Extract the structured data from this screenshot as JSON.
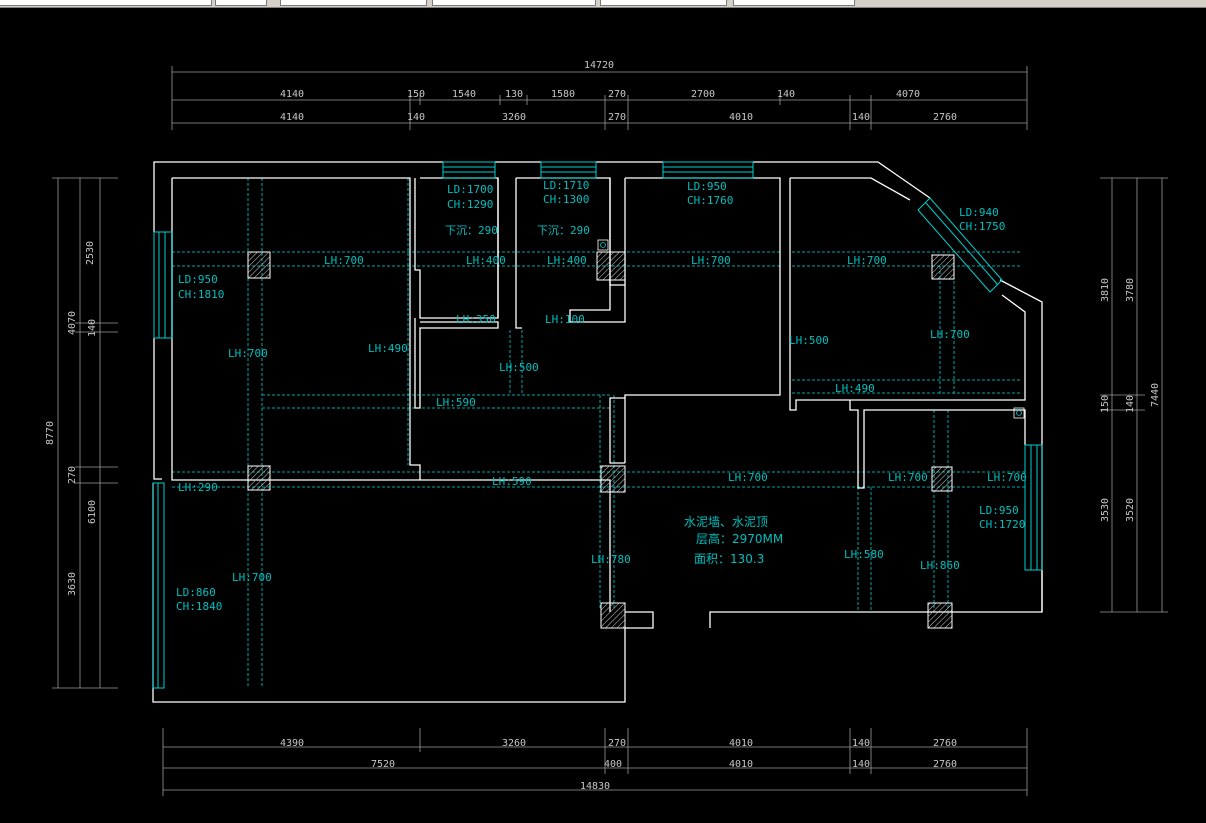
{
  "dims": {
    "top_total": "14720",
    "top_row1": [
      "4140",
      "150",
      "1540",
      "130",
      "1580",
      "270",
      "2700",
      "140",
      "4070"
    ],
    "top_row2": [
      "4140",
      "140",
      "3260",
      "270",
      "4010",
      "140",
      "2760"
    ],
    "bottom_row1": [
      "4390",
      "3260",
      "270",
      "4010",
      "140",
      "2760"
    ],
    "bottom_row2": [
      "7520",
      "400",
      "4010",
      "140",
      "2760"
    ],
    "bottom_total": "14830",
    "left": [
      "2530",
      "4070",
      "140",
      "8770",
      "270",
      "6100",
      "3630"
    ],
    "right": [
      "3810",
      "3780",
      "150",
      "140",
      "3530",
      "3520",
      "7440"
    ]
  },
  "openings": [
    "LD:1700",
    "CH:1290",
    "LD:1710",
    "CH:1300",
    "LD:950",
    "CH:1760",
    "LD:940",
    "CH:1750",
    "LD:950",
    "CH:1810",
    "LD:950",
    "CH:1720",
    "LD:860",
    "CH:1840"
  ],
  "sunken": [
    "下沉：290",
    "下沉：290"
  ],
  "beams": [
    "LH:700",
    "LH:400",
    "LH:400",
    "LH:700",
    "LH:700",
    "LH:350",
    "LH:100",
    "LH:700",
    "LH:490",
    "LH:500",
    "LH:500",
    "LH:490",
    "LH:590",
    "LH:290",
    "LH:590",
    "LH:700",
    "LH:700",
    "LH:700",
    "LH:780",
    "LH:700",
    "LH:580",
    "LH:860"
  ],
  "notes": [
    "水泥墙、水泥顶",
    "层高：2970MM",
    "面积：130.3"
  ]
}
